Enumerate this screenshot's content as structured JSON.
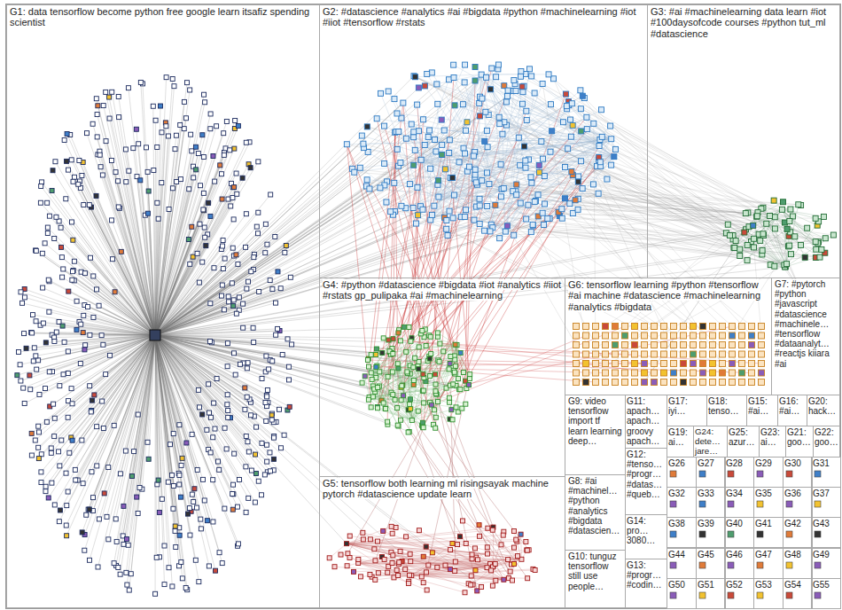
{
  "diagram": {
    "nodes": [
      {
        "text": [
          "G1: data tensorflow become python free google learn itsafiz spending scientist"
        ]
      },
      {
        "text": [
          "G2: #datascience #analytics #ai #bigdata #python #machinelearning #iot #iiot #tensorflow #rstats"
        ]
      },
      {
        "text": [
          "G3: #ai #machinelearning data learn #iot #100daysofcode courses #python tut_ml #datascience"
        ]
      },
      {
        "text": [
          "G4: #python #datascience #bigdata #iot #analytics #iiot #rstats gp_pulipaka #ai #machinelearning"
        ]
      },
      {
        "text": [
          "G6: tensorflow learning #python #tensorflow #ai machine #datascience #machinelearning #analytics #bigdata"
        ]
      },
      {
        "text": [
          "G7: #pytorch #python #javascript #datascience #machinele… #tensorflow #dataanalyt… #reactjs kiiara #ai"
        ]
      },
      {
        "text": [
          "G9: video tensorflow import tf learn learning deep…"
        ]
      },
      {
        "text": [
          "G11: apach… apach… groovy apach…"
        ]
      },
      {
        "text": [
          "G17: iyi…"
        ]
      },
      {
        "text": [
          "G18: tenso…"
        ]
      },
      {
        "text": [
          "G15: #ai…"
        ]
      },
      {
        "text": [
          "G16: #ai…"
        ]
      },
      {
        "text": [
          "G20: hack…"
        ]
      },
      {
        "text": [
          "G19: ai…"
        ]
      },
      {
        "text": [
          "G24: dete… jare…"
        ]
      },
      {
        "text": [
          "G25: azur…"
        ]
      },
      {
        "text": [
          "G23: ai…"
        ]
      },
      {
        "text": [
          "G21: goo…"
        ]
      },
      {
        "text": [
          "G22: goo…"
        ]
      },
      {
        "text": [
          "G5: tensorflow both learning ml risingsayak machine pytorch #datascience update learn"
        ]
      },
      {
        "text": [
          "G8: #ai #machinel… #python #analytics #bigdata #datascien…"
        ]
      },
      {
        "text": [
          "G12: #tenso… #progr… #datas… #queb…"
        ]
      },
      {
        "text": [
          "G14: pro… 3080…"
        ]
      },
      {
        "text": [
          "G13: #progr… #codin…"
        ]
      },
      {
        "text": [
          "G10: tunguz tensorflow still use people…"
        ]
      },
      {
        "text": [
          "G26"
        ]
      },
      {
        "text": [
          "G27"
        ]
      },
      {
        "text": [
          "G28"
        ]
      },
      {
        "text": [
          "G29"
        ]
      },
      {
        "text": [
          "G30"
        ]
      },
      {
        "text": [
          "G31"
        ]
      },
      {
        "text": [
          "G32"
        ]
      },
      {
        "text": [
          "G33"
        ]
      },
      {
        "text": [
          "G34"
        ]
      },
      {
        "text": [
          "G35"
        ]
      },
      {
        "text": [
          "G36"
        ]
      },
      {
        "text": [
          "G37"
        ]
      },
      {
        "text": [
          "G38"
        ]
      },
      {
        "text": [
          "G39"
        ]
      },
      {
        "text": [
          "G40"
        ]
      },
      {
        "text": [
          "G41"
        ]
      },
      {
        "text": [
          "G42"
        ]
      },
      {
        "text": [
          "G43"
        ]
      },
      {
        "text": [
          "G44"
        ]
      },
      {
        "text": [
          "G45"
        ]
      },
      {
        "text": [
          "G46"
        ]
      },
      {
        "text": [
          "G47"
        ]
      },
      {
        "text": [
          "G48"
        ]
      },
      {
        "text": [
          "G49"
        ]
      },
      {
        "text": [
          "G50"
        ]
      },
      {
        "text": [
          "G51"
        ]
      },
      {
        "text": [
          "G52"
        ]
      },
      {
        "text": [
          "G53"
        ]
      },
      {
        "text": [
          "G54"
        ]
      },
      {
        "text": [
          "G55"
        ]
      }
    ]
  }
}
